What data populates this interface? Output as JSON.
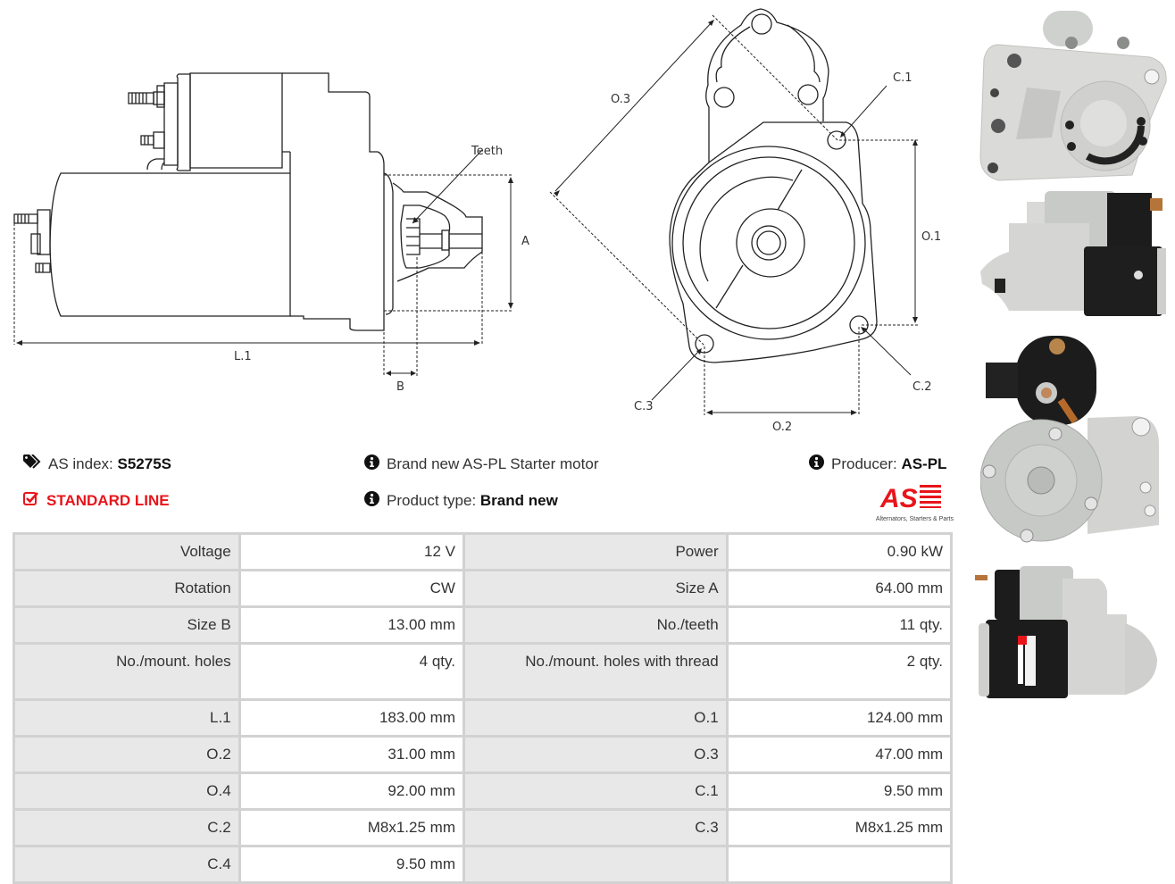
{
  "drawings": {
    "side_view": {
      "labels": {
        "teeth": "Teeth",
        "a": "A",
        "b": "B",
        "l1": "L.1"
      }
    },
    "front_view": {
      "labels": {
        "o1": "O.1",
        "o2": "O.2",
        "o3": "O.3",
        "c1": "C.1",
        "c2": "C.2",
        "c3": "C.3"
      }
    }
  },
  "photos": [
    {
      "name": "front-flange-photo",
      "description": "Starter motor front mounting flange"
    },
    {
      "name": "side-photo-1",
      "description": "Starter motor side view"
    },
    {
      "name": "rear-photo",
      "description": "Starter motor rear view with solenoid"
    },
    {
      "name": "side-photo-2",
      "description": "Starter motor side view with label"
    }
  ],
  "info": {
    "as_index_label": "AS index:",
    "as_index_value": "S5275S",
    "line_label": "STANDARD LINE",
    "description": "Brand new AS-PL Starter motor",
    "product_type_label": "Product type:",
    "product_type_value": "Brand new",
    "producer_label": "Producer:",
    "producer_value": "AS-PL",
    "logo_text": "AS",
    "logo_tagline": "Alternators, Starters & Parts",
    "accent_color": "#e8141b"
  },
  "specs": [
    {
      "l1": "Voltage",
      "v1": "12 V",
      "l2": "Power",
      "v2": "0.90 kW"
    },
    {
      "l1": "Rotation",
      "v1": "CW",
      "l2": "Size A",
      "v2": "64.00 mm"
    },
    {
      "l1": "Size B",
      "v1": "13.00 mm",
      "l2": "No./teeth",
      "v2": "11 qty."
    },
    {
      "l1": "No./mount. holes",
      "v1": "4 qty.",
      "l2": "No./mount. holes with thread",
      "v2": "2 qty."
    },
    {
      "l1": "L.1",
      "v1": "183.00 mm",
      "l2": "O.1",
      "v2": "124.00 mm"
    },
    {
      "l1": "O.2",
      "v1": "31.00 mm",
      "l2": "O.3",
      "v2": "47.00 mm"
    },
    {
      "l1": "O.4",
      "v1": "92.00 mm",
      "l2": "C.1",
      "v2": "9.50 mm"
    },
    {
      "l1": "C.2",
      "v1": "M8x1.25 mm",
      "l2": "C.3",
      "v2": "M8x1.25 mm"
    },
    {
      "l1": "C.4",
      "v1": "9.50 mm",
      "l2": "",
      "v2": ""
    }
  ]
}
